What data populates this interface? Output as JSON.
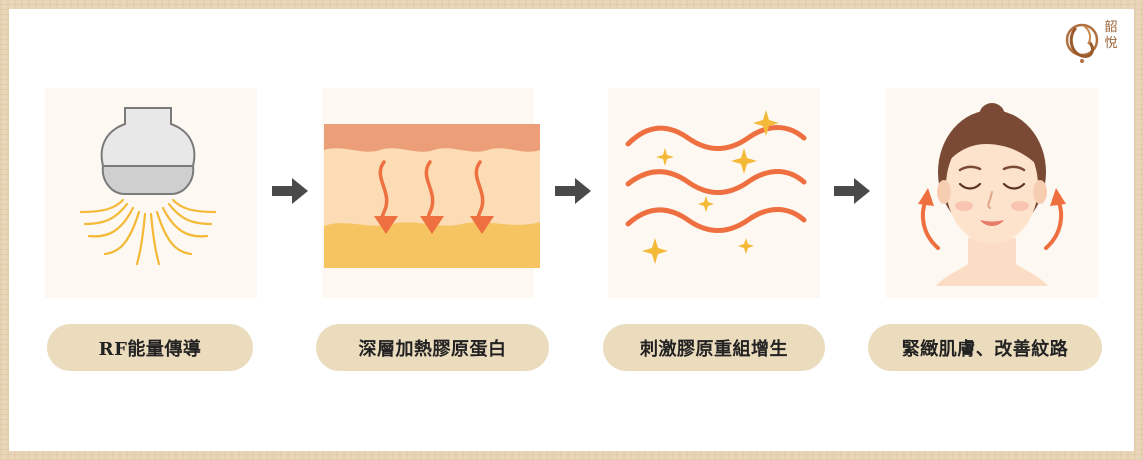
{
  "brand": {
    "logo_text": "韶悅"
  },
  "steps": [
    {
      "label": "RF能量傳導",
      "icon": "rf-device-icon"
    },
    {
      "label": "深層加熱膠原蛋白",
      "icon": "skin-heat-icon"
    },
    {
      "label": "刺激膠原重組增生",
      "icon": "collagen-wave-icon"
    },
    {
      "label": "緊緻肌膚、改善紋路",
      "icon": "lifted-face-icon"
    }
  ],
  "colors": {
    "background": "#ffffff",
    "frame": "#e9d6b8",
    "label_pill": "#ecdcbe",
    "accent_orange": "#ee7041",
    "accent_yellow": "#f3b937",
    "arrow": "#4a4a4a"
  }
}
